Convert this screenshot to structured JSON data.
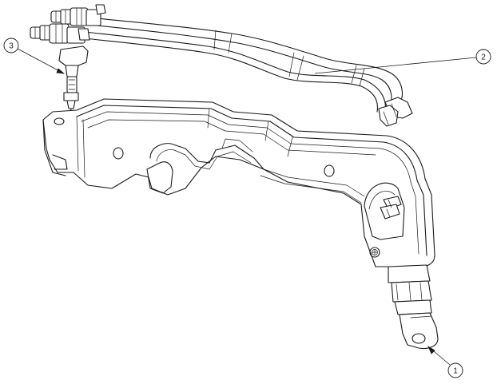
{
  "callouts": [
    {
      "id": "callout-1",
      "label": "1"
    },
    {
      "id": "callout-2",
      "label": "2"
    },
    {
      "id": "callout-3",
      "label": "3"
    }
  ],
  "colors": {
    "line": "#1a1a1a",
    "background": "#ffffff"
  }
}
